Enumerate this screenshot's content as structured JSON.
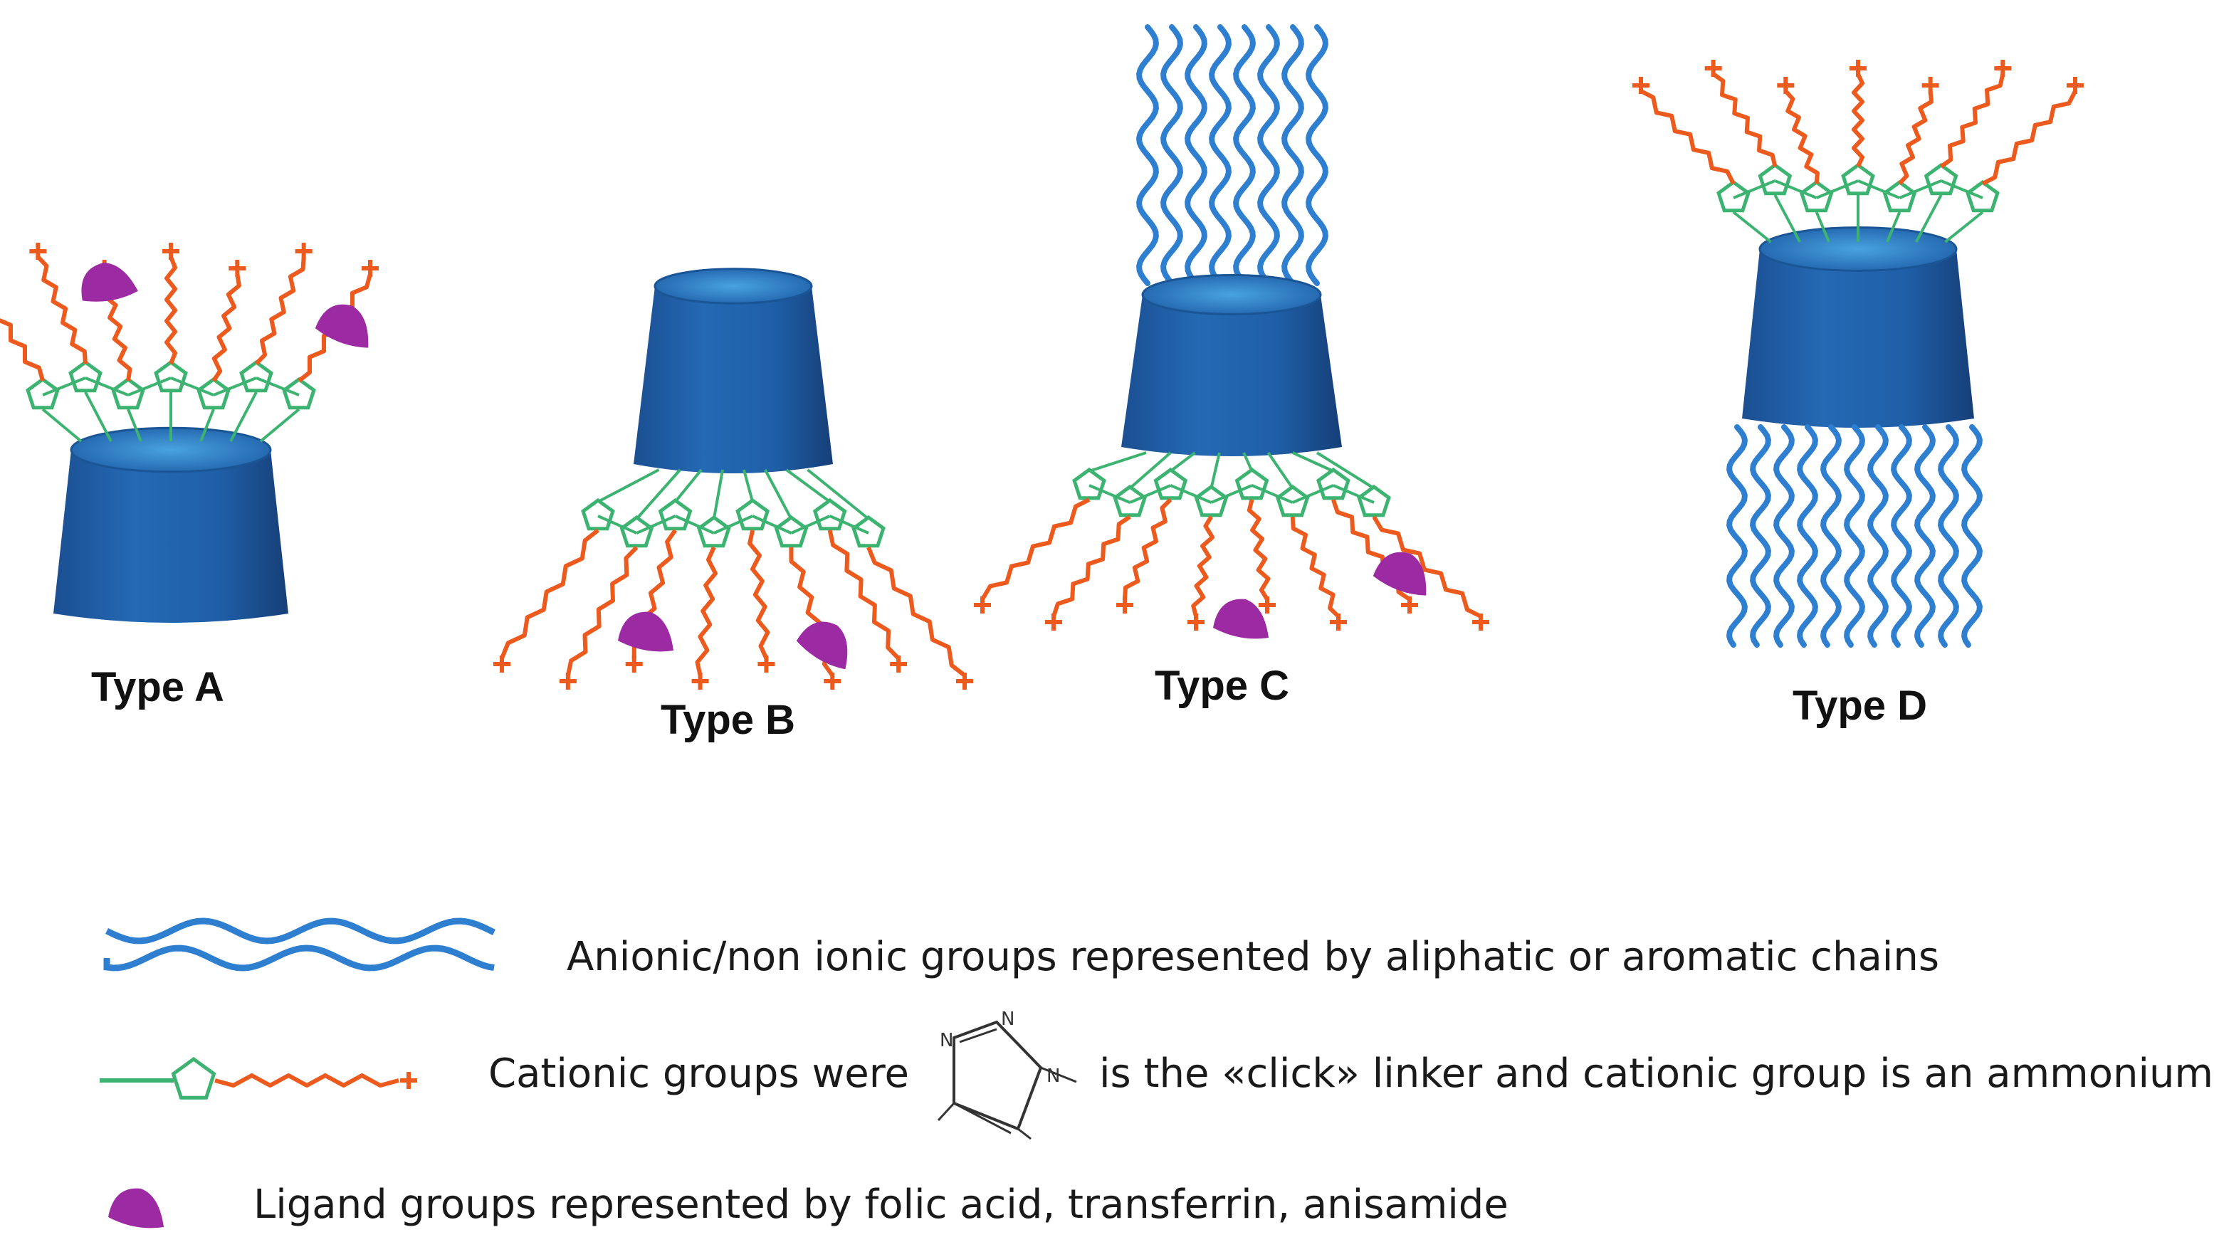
{
  "diagram": {
    "types": [
      {
        "label": "Type A"
      },
      {
        "label": "Type B"
      },
      {
        "label": "Type C"
      },
      {
        "label": "Type D"
      }
    ]
  },
  "legend": {
    "anionic": "Anionic/non ionic groups represented by aliphatic or aromatic chains",
    "cationic_pre": "Cationic groups were",
    "cationic_post": "is the «click» linker and cationic group is an ammonium",
    "ligand": "Ligand groups represented by  folic acid, transferrin, anisamide"
  },
  "colors": {
    "cd_body": "#1f5fa8",
    "cd_dark": "#174a86",
    "cd_top": "#2e86c8",
    "triazole": "#3cb371",
    "linker": "#ec5a1e",
    "chain": "#2f7fd0",
    "ligand": "#9b2aa3"
  }
}
